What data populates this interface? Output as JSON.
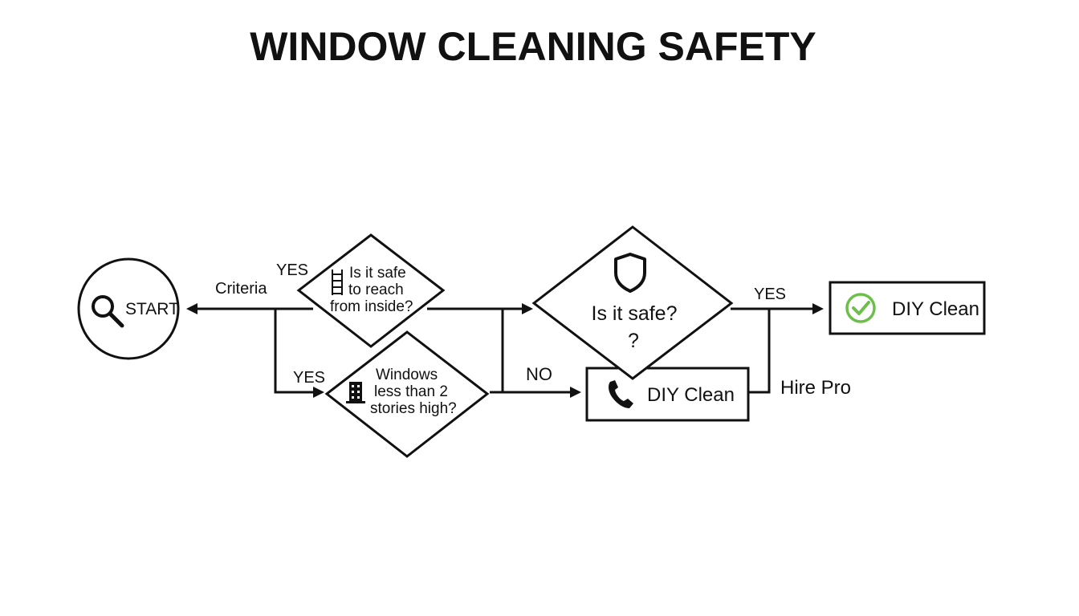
{
  "title": "WINDOW CLEANING SAFETY",
  "nodes": {
    "start": {
      "label": "START",
      "icon": "magnifier-icon"
    },
    "reach_inside": {
      "lines": [
        "Is it safe",
        "to reach",
        "from inside?"
      ],
      "icon": "ladder-icon"
    },
    "stories": {
      "lines": [
        "Windows",
        "less than 2",
        "stories high?"
      ],
      "icon": "building-icon"
    },
    "is_safe": {
      "lines": [
        "Is it safe?",
        "?"
      ],
      "icon": "shield-icon"
    },
    "diy_clean_top": {
      "label": "DIY Clean",
      "icon": "check-circle-icon"
    },
    "diy_clean_bottom": {
      "label": "DIY Clean",
      "icon": "phone-icon"
    }
  },
  "edge_labels": {
    "criteria": "Criteria",
    "yes_top_left": "YES",
    "yes_lower_left": "YES",
    "no": "NO",
    "yes_right": "YES",
    "hire_pro": "Hire Pro"
  },
  "colors": {
    "line": "#111111",
    "check": "#6cc04a",
    "background": "#ffffff"
  }
}
